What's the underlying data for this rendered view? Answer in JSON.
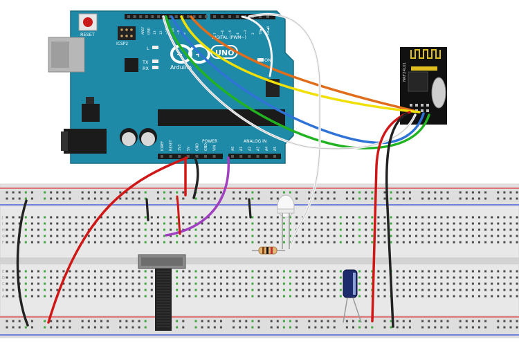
{
  "arduino": {
    "reset_label": "RESET",
    "icsp_label": "ICSP2",
    "digital_label": "DIGITAL (PWM~)",
    "aref_label": "AREF",
    "gnd_label": "GND",
    "l_label": "L",
    "tx_label": "TX",
    "rx_label": "RX",
    "on_label": "ON",
    "uno_label": "UNO",
    "arduino_logo_text": "Arduino",
    "power_label": "POWER",
    "analog_label": "ANALOG IN",
    "power_pins": [
      "IOREF",
      "RESET",
      "3V3",
      "5V",
      "GND",
      "GND",
      "VIN"
    ],
    "analog_pins": [
      "A0",
      "A1",
      "A2",
      "A3",
      "A4",
      "A5"
    ],
    "digital_pins_left": [
      "13",
      "12",
      "~11",
      "~10",
      "~9",
      "8"
    ],
    "digital_pins_right": [
      "7",
      "~6",
      "~5",
      "4",
      "~3",
      "2",
      "TX▶1",
      "RX◀0"
    ]
  },
  "nrf_module": {
    "label": "NRF24L01"
  },
  "breadboard": {
    "row_letters_top": [
      "J",
      "I",
      "H",
      "G",
      "F"
    ],
    "row_letters_bottom": [
      "E",
      "D",
      "C",
      "B",
      "A"
    ]
  },
  "colors": {
    "arduino_board": "#1f8aa7",
    "wire_red": "#d01717",
    "wire_black": "#222222",
    "wire_orange": "#e06d1b",
    "wire_yellow": "#f0e008",
    "wire_blue": "#2f73d6",
    "wire_green": "#21b321",
    "wire_white": "#f4f4f4",
    "wire_purple": "#a040c0",
    "breadboard": "#e9e9e9",
    "rail_red": "#e05050",
    "rail_blue": "#4a64d8",
    "hole": "#4a4a4a",
    "hole_connected": "#3ea63e"
  }
}
